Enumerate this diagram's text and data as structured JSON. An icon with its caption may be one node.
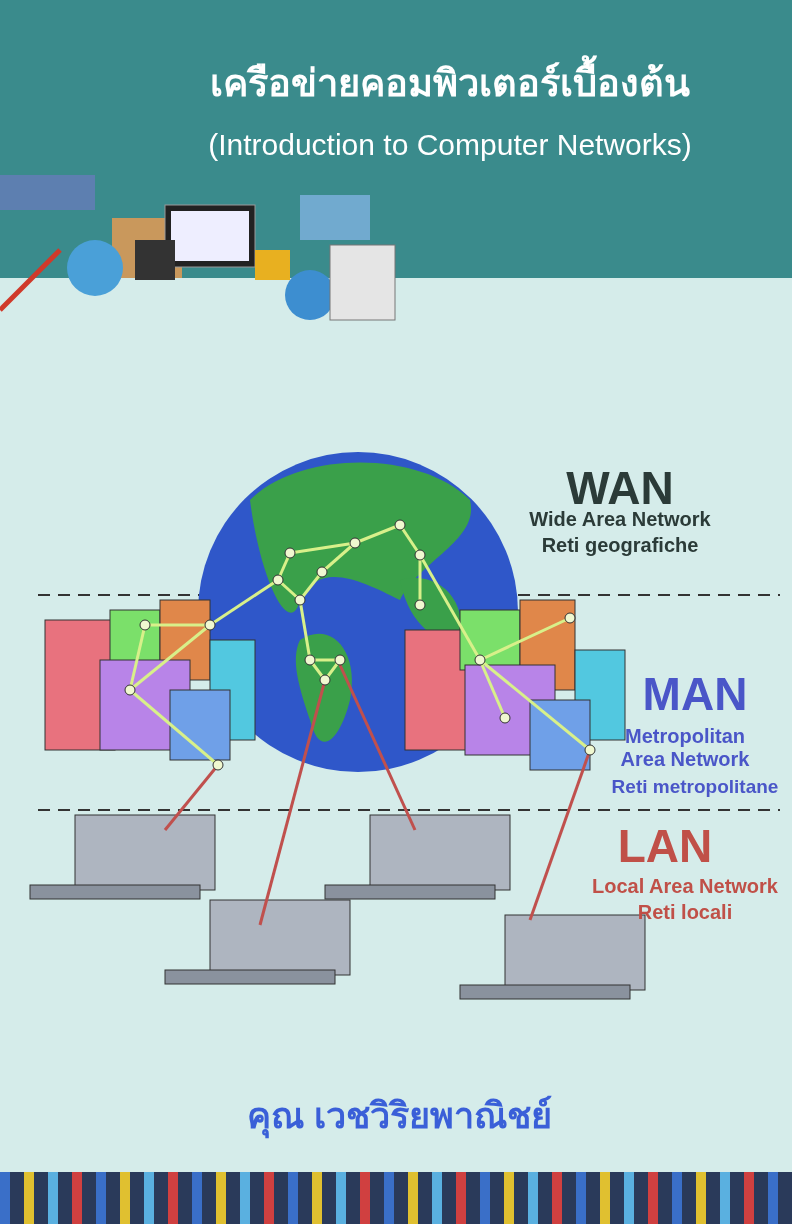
{
  "diagram": {
    "title": "เครือข่ายคอมพิวเตอร์เบื้องต้น",
    "labels": [
      "(Introduction to Computer Networks)",
      "WAN",
      "Wide Area Network",
      "Reti geografiche",
      "MAN",
      "Metropolitan Area Network",
      "Reti metropolitane",
      "LAN",
      "Local Area Network",
      "Reti locali",
      "คุณ เวชวิริยพาณิชย์"
    ]
  }
}
